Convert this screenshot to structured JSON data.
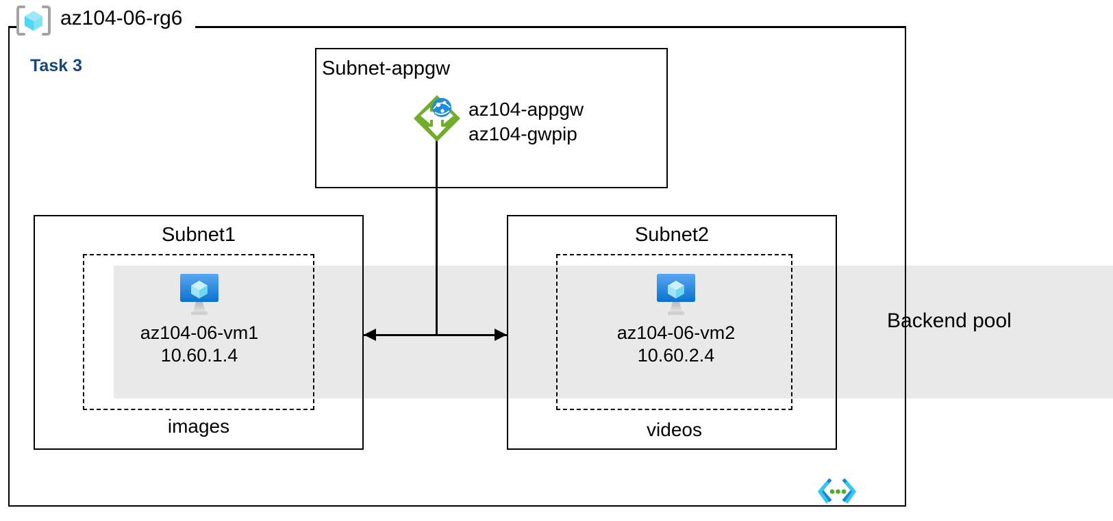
{
  "diagram": {
    "resource_group": {
      "name": "az104-06-rg6",
      "icon": "resource-group-cube-icon"
    },
    "task_label": "Task 3",
    "task_label_color": "#14477d",
    "backend_pool": {
      "label": "Backend pool",
      "band_color": "#e9e9e9"
    },
    "subnets": [
      {
        "name": "Subnet-appgw",
        "resource_icon": "application-gateway-icon",
        "resources": [
          "az104-appgw",
          "az104-gwpip"
        ]
      },
      {
        "name": "Subnet1",
        "caption": "images",
        "vm": {
          "icon": "virtual-machine-icon",
          "name": "az104-06-vm1",
          "ip": "10.60.1.4"
        }
      },
      {
        "name": "Subnet2",
        "caption": "videos",
        "vm": {
          "icon": "virtual-machine-icon",
          "name": "az104-06-vm2",
          "ip": "10.60.2.4"
        }
      }
    ],
    "corner_icon": "code-brackets-icon",
    "colors": {
      "gateway_green": "#71ad2b",
      "gateway_globe_blue": "#1f8ddb",
      "vm_blue_top": "#55a2f0",
      "vm_blue_bottom": "#0a74d0",
      "cube_cyan": "#9fe8f8",
      "rg_bracket_gray": "#a3a3a3",
      "border_black": "#000000",
      "code_icon_cyan": "#32c8f0",
      "code_icon_blue": "#1b86d4",
      "code_icon_green": "#4caf28"
    }
  }
}
